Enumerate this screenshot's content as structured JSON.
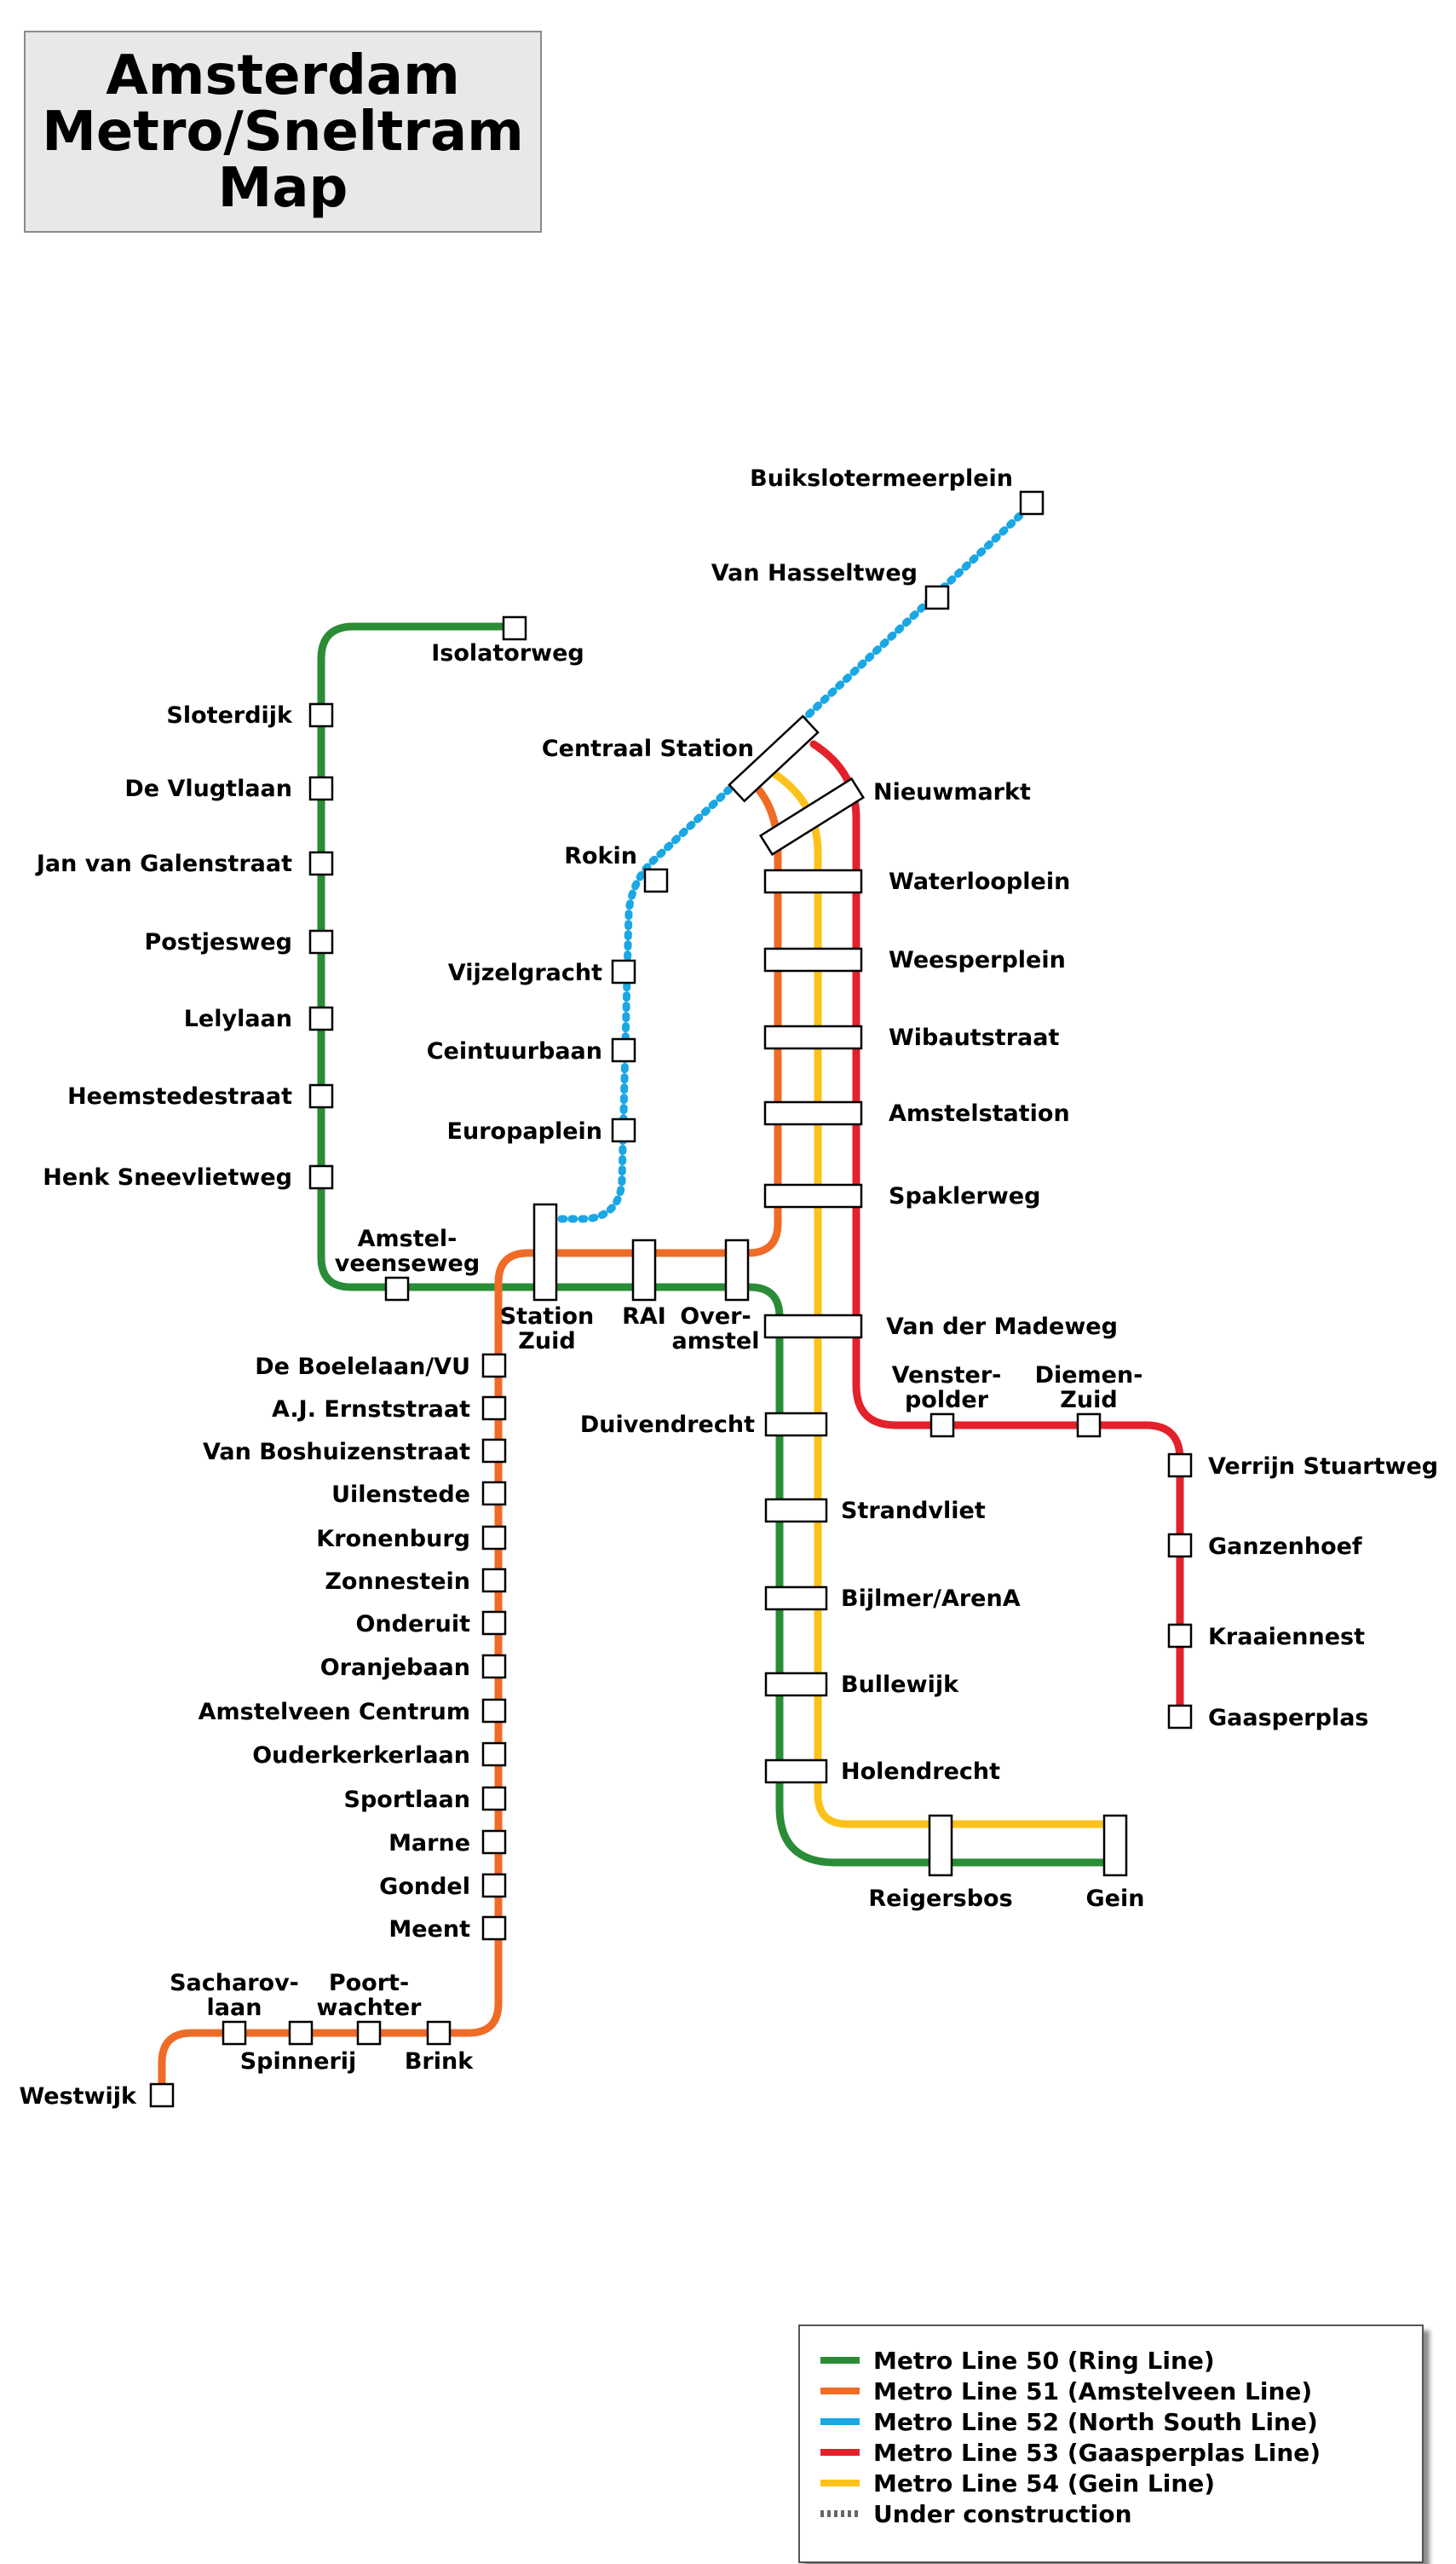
{
  "title_lines": [
    "Amsterdam",
    "Metro/Sneltram",
    "Map"
  ],
  "colors": {
    "line50": "#2a8c37",
    "line51": "#ef6b26",
    "line52": "#1aa7e4",
    "line53": "#e3212a",
    "line54": "#fcc21b",
    "under_construction": "#666666"
  },
  "legend": [
    {
      "label": "Metro Line 50 (Ring Line)",
      "color": "#2a8c37",
      "style": "solid"
    },
    {
      "label": "Metro Line 51 (Amstelveen Line)",
      "color": "#ef6b26",
      "style": "solid"
    },
    {
      "label": "Metro Line 52 (North South Line)",
      "color": "#1aa7e4",
      "style": "solid"
    },
    {
      "label": "Metro Line 53 (Gaasperplas Line)",
      "color": "#e3212a",
      "style": "solid"
    },
    {
      "label": "Metro Line 54 (Gein Line)",
      "color": "#fcc21b",
      "style": "solid"
    },
    {
      "label": "Under construction",
      "color": "#666666",
      "style": "dotted"
    }
  ],
  "stations": {
    "isolatorweg": "Isolatorweg",
    "sloterdijk": "Sloterdijk",
    "de_vlugtlaan": "De Vlugtlaan",
    "jan_van_galenstraat": "Jan van Galenstraat",
    "postjesweg": "Postjesweg",
    "lelylaan": "Lelylaan",
    "heemstedestraat": "Heemstedestraat",
    "henk_sneevlietweg": "Henk Sneevlietweg",
    "amstelveenseweg": [
      "Amstel-",
      "veenseweg"
    ],
    "station_zuid": [
      "Station",
      "Zuid"
    ],
    "rai": "RAI",
    "overamstel": [
      "Over-",
      "amstel"
    ],
    "buikslotermeerplein": "Buikslotermeerplein",
    "van_hasseltweg": "Van Hasseltweg",
    "centraal_station": "Centraal Station",
    "nieuwmarkt": "Nieuwmarkt",
    "rokin": "Rokin",
    "vijzelgracht": "Vijzelgracht",
    "ceintuurbaan": "Ceintuurbaan",
    "europaplein": "Europaplein",
    "waterlooplein": "Waterlooplein",
    "weesperplein": "Weesperplein",
    "wibautstraat": "Wibautstraat",
    "amstelstation": "Amstelstation",
    "spaklerweg": "Spaklerweg",
    "van_der_madeweg": "Van der Madeweg",
    "venserpolder": [
      "Venster-",
      "polder"
    ],
    "diemen_zuid": [
      "Diemen-",
      "Zuid"
    ],
    "verrijn_stuartweg": "Verrijn Stuartweg",
    "ganzenhoef": "Ganzenhoef",
    "kraaiennest": "Kraaiennest",
    "gaasperplas": "Gaasperplas",
    "duivendrecht": "Duivendrecht",
    "strandvliet": "Strandvliet",
    "bijlmer_arena": "Bijlmer/ArenA",
    "bullewijk": "Bullewijk",
    "holendrecht": "Holendrecht",
    "reigersbos": "Reigersbos",
    "gein": "Gein",
    "de_boelelaan_vu": "De Boelelaan/VU",
    "aj_ernststraat": "A.J. Ernststraat",
    "van_boshuizenstraat": "Van Boshuizenstraat",
    "uilenstede": "Uilenstede",
    "kronenburg": "Kronenburg",
    "zonnestein": "Zonnestein",
    "onderuit": "Onderuit",
    "oranjebaan": "Oranjebaan",
    "amstelveen_centrum": "Amstelveen Centrum",
    "ouderkerkerlaan": "Ouderkerkerlaan",
    "sportlaan": "Sportlaan",
    "marne": "Marne",
    "gondel": "Gondel",
    "meent": "Meent",
    "sacharovlaan": [
      "Sacharov-",
      "laan"
    ],
    "spinnerij": "Spinnerij",
    "poortwachter": [
      "Poort-",
      "wachter"
    ],
    "brink": "Brink",
    "westwijk": "Westwijk"
  }
}
